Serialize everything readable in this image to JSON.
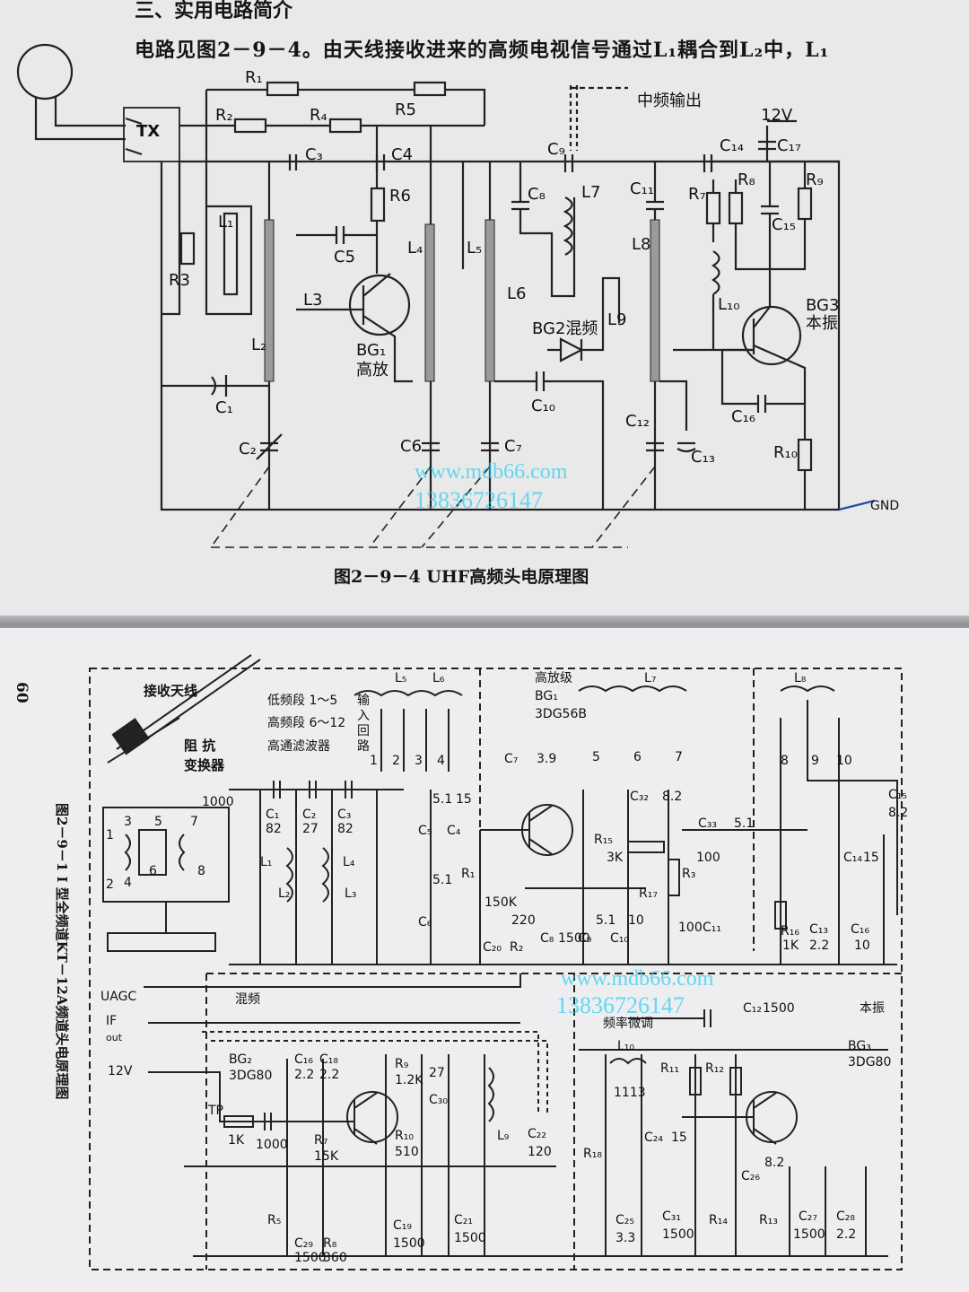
{
  "top": {
    "section_heading": "三、实用电路简介",
    "intro_text": "电路见图2－9－4。由天线接收进来的高频电视信号通过L₁耦合到L₂中，L₁",
    "caption": "图2－9－4  UHF高频头电原理图",
    "labels": {
      "tx": "TX",
      "R1": "R₁",
      "R2": "R₂",
      "R3": "R3",
      "R4": "R₄",
      "R5": "R5",
      "R6": "R6",
      "R7": "R₇",
      "R8": "R₈",
      "R9": "R₉",
      "R10": "R₁₀",
      "C1": "C₁",
      "C2": "C₂",
      "C3": "C₃",
      "C4": "C4",
      "C5": "C5",
      "C6": "C6",
      "C7": "C₇",
      "C8": "C₈",
      "C9": "C₉",
      "C10": "C₁₀",
      "C11": "C₁₁",
      "C12": "C₁₂",
      "C13": "C₁₃",
      "C14": "C₁₄",
      "C15": "C₁₅",
      "C16": "C₁₆",
      "C17": "C₁₇",
      "L1": "L₁",
      "L2": "L₂",
      "L3": "L3",
      "L4": "L₄",
      "L5": "L₅",
      "L6": "L6",
      "L7": "L7",
      "L8": "L8",
      "L9": "L9",
      "L10": "L₁₀",
      "bg1": "BG₁",
      "bg1_role": "高放",
      "bg2": "BG2混频",
      "bg3": "BG3",
      "bg3_role": "本振",
      "if_out": "中频输出",
      "vcc": "12V",
      "gnd": "GND"
    }
  },
  "bottom": {
    "page_number": "60",
    "side_caption": "图2－9－1  I 型全频道KT－12A频道头电原理图",
    "labels": {
      "antenna": "接收天线",
      "impedance_1": "阻  抗",
      "impedance_2": "变换器",
      "low_band": "低频段 1～5",
      "high_band": "高频段 6～12",
      "hpf": "高通滤波器",
      "input_1": "输",
      "input_2": "入",
      "input_3": "回",
      "input_4": "路",
      "rf_stage": "高放级",
      "bg1": "BG₁",
      "bg1_type": "3DG56B",
      "mixer": "混频",
      "bg2": "BG₂",
      "bg2_type": "3DG80",
      "osc": "本振",
      "bg3": "BG₃",
      "bg3_type": "3DG80",
      "fine_tune": "频率微调",
      "uagc": "UAGC",
      "if": "IF",
      "out": "out",
      "v12": "12V",
      "tp": "TP",
      "c1": "C₁",
      "c1v": "82",
      "c2": "C₂",
      "c2v": "27",
      "c3": "C₃",
      "c3v": "82",
      "c1000": "1000",
      "c5": "C₅",
      "c5v": "5.1",
      "c4": "C₄",
      "c4v": "15",
      "c6": "C₆",
      "c6v": "5.1",
      "c7": "C₇",
      "c7v": "3.9",
      "c32": "C₃₂",
      "c32v": "8.2",
      "c33": "C₃₃",
      "c33v": "5.1",
      "c15": "C₁₅",
      "c15v": "8.2",
      "c14": "C₁₄",
      "c14v": "15",
      "c20": "C₂₀",
      "c8": "C₈",
      "c8v": "1500",
      "c9": "C₉",
      "c9v": "5.1",
      "c10": "C₁₀",
      "c10v": "10",
      "c11": "C₁₁",
      "c13": "C₁₃",
      "c13v": "2.2",
      "c16": "C₁₆",
      "c16v": "10",
      "c18": "C₁₈",
      "c18v": "2.2",
      "c16b": "C₁₆",
      "c16bv": "2.2",
      "c12": "C₁₂",
      "c12v": "1500",
      "c30": "C₃₀",
      "c30v": "27",
      "c22": "C₂₂",
      "c22v": "120",
      "c29": "C₂₉",
      "c29v": "1500",
      "c19": "C₁₉",
      "c19v": "1500",
      "c21": "C₂₁",
      "c21v": "1500",
      "c24": "C₂₄",
      "c24v": "15",
      "c25": "C₂₅",
      "c25v": "3.3",
      "c31": "C₃₁",
      "c31v": "1500",
      "c26": "C₂₆",
      "c26v": "8.2",
      "c27": "C₂₇",
      "c27v": "1500",
      "c28": "C₂₈",
      "c28v": "2.2",
      "r1": "R₁",
      "r1v": "150K",
      "r2": "R₂",
      "r2v": "220",
      "r15": "R₁₅",
      "r15v": "3K",
      "r3": "R₃",
      "r3v": "100",
      "r17": "R₁₇",
      "r17v": "100",
      "r16": "R₁₆",
      "r16v": "1K",
      "r9": "R₉",
      "r9v": "1.2K",
      "r10": "R₁₀",
      "r10v": "510",
      "r7": "R₇",
      "r7v": "15K",
      "r5": "R₅",
      "r8": "R₈",
      "r8v": "360",
      "r11": "R₁₁",
      "r12": "R₁₂",
      "r14": "R₁₄",
      "r13": "R₁₃",
      "r18": "R₁₈",
      "r1k": "1K",
      "v1000": "1000",
      "L1": "L₁",
      "L2": "L₂",
      "L3": "L₃",
      "L4": "L₄",
      "L5": "L₅",
      "L6": "L₆",
      "L7": "L₇",
      "L8": "L₈",
      "L9": "L₉",
      "L10": "L₁₀",
      "L10v": "1113",
      "p1": "1",
      "p2": "2",
      "p3": "3",
      "p4": "4",
      "p5": "5",
      "p6": "6",
      "p7": "7",
      "p8": "8",
      "p9": "9",
      "p10": "10",
      "t1": "1",
      "t2": "2",
      "t3": "3",
      "t4": "4",
      "t5": "5",
      "t6": "6",
      "t7": "7",
      "t8": "8"
    }
  },
  "watermarks": {
    "site": "www.mdb66.com",
    "phone": "13836726147"
  }
}
